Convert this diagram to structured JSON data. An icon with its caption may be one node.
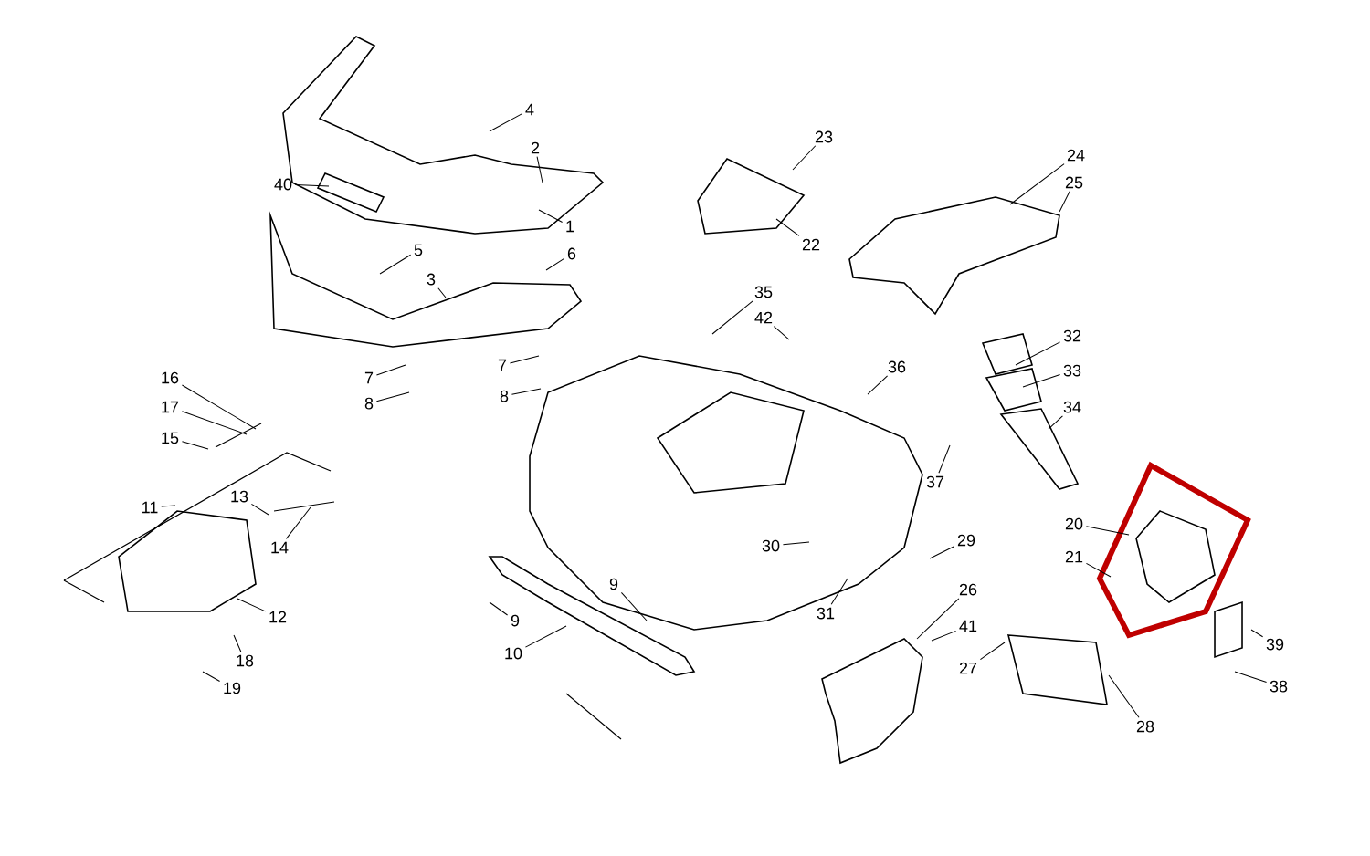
{
  "diagram": {
    "nodes": [
      {
        "text": [
          "4"
        ]
      },
      {
        "text": [
          "2"
        ]
      },
      {
        "text": [
          "40"
        ]
      },
      {
        "text": [
          "1"
        ]
      },
      {
        "text": [
          "5"
        ]
      },
      {
        "text": [
          "6"
        ]
      },
      {
        "text": [
          "3"
        ]
      },
      {
        "text": [
          "7"
        ]
      },
      {
        "text": [
          "8"
        ]
      },
      {
        "text": [
          "7"
        ]
      },
      {
        "text": [
          "8"
        ]
      },
      {
        "text": [
          "16"
        ]
      },
      {
        "text": [
          "17"
        ]
      },
      {
        "text": [
          "15"
        ]
      },
      {
        "text": [
          "13"
        ]
      },
      {
        "text": [
          "11"
        ]
      },
      {
        "text": [
          "14"
        ]
      },
      {
        "text": [
          "12"
        ]
      },
      {
        "text": [
          "18"
        ]
      },
      {
        "text": [
          "19"
        ]
      },
      {
        "text": [
          "23"
        ]
      },
      {
        "text": [
          "24"
        ]
      },
      {
        "text": [
          "25"
        ]
      },
      {
        "text": [
          "22"
        ]
      },
      {
        "text": [
          "35"
        ]
      },
      {
        "text": [
          "42"
        ]
      },
      {
        "text": [
          "32"
        ]
      },
      {
        "text": [
          "36"
        ]
      },
      {
        "text": [
          "33"
        ]
      },
      {
        "text": [
          "34"
        ]
      },
      {
        "text": [
          "37"
        ]
      },
      {
        "text": [
          "20"
        ]
      },
      {
        "text": [
          "21"
        ]
      },
      {
        "text": [
          "29"
        ]
      },
      {
        "text": [
          "30"
        ]
      },
      {
        "text": [
          "31"
        ]
      },
      {
        "text": [
          "26"
        ]
      },
      {
        "text": [
          "9"
        ]
      },
      {
        "text": [
          "9"
        ]
      },
      {
        "text": [
          "41"
        ]
      },
      {
        "text": [
          "10"
        ]
      },
      {
        "text": [
          "39"
        ]
      },
      {
        "text": [
          "27"
        ]
      },
      {
        "text": [
          "38"
        ]
      },
      {
        "text": [
          "28"
        ]
      }
    ],
    "edges": [
      {
        "from": 0,
        "to": null,
        "arrow": "none"
      },
      {
        "from": 1,
        "to": null,
        "arrow": "none"
      },
      {
        "from": 2,
        "to": null,
        "arrow": "none"
      },
      {
        "from": 3,
        "to": null,
        "arrow": "none"
      },
      {
        "from": 4,
        "to": null,
        "arrow": "none"
      },
      {
        "from": 5,
        "to": null,
        "arrow": "none"
      },
      {
        "from": 6,
        "to": null,
        "arrow": "none"
      },
      {
        "from": 7,
        "to": null,
        "arrow": "none"
      },
      {
        "from": 8,
        "to": null,
        "arrow": "none"
      },
      {
        "from": 9,
        "to": null,
        "arrow": "none"
      },
      {
        "from": 10,
        "to": null,
        "arrow": "none"
      },
      {
        "from": 11,
        "to": null,
        "arrow": "none"
      },
      {
        "from": 12,
        "to": null,
        "arrow": "none"
      },
      {
        "from": 13,
        "to": null,
        "arrow": "none"
      },
      {
        "from": 14,
        "to": null,
        "arrow": "none"
      },
      {
        "from": 15,
        "to": null,
        "arrow": "none"
      },
      {
        "from": 16,
        "to": null,
        "arrow": "none"
      },
      {
        "from": 17,
        "to": null,
        "arrow": "none"
      },
      {
        "from": 18,
        "to": null,
        "arrow": "none"
      },
      {
        "from": 19,
        "to": null,
        "arrow": "none"
      },
      {
        "from": 20,
        "to": null,
        "arrow": "none"
      },
      {
        "from": 21,
        "to": null,
        "arrow": "none"
      },
      {
        "from": 22,
        "to": null,
        "arrow": "none"
      },
      {
        "from": 23,
        "to": null,
        "arrow": "none"
      },
      {
        "from": 24,
        "to": null,
        "arrow": "none"
      },
      {
        "from": 25,
        "to": null,
        "arrow": "none"
      },
      {
        "from": 26,
        "to": null,
        "arrow": "none"
      },
      {
        "from": 27,
        "to": null,
        "arrow": "none"
      },
      {
        "from": 28,
        "to": null,
        "arrow": "none"
      },
      {
        "from": 29,
        "to": null,
        "arrow": "none"
      },
      {
        "from": 30,
        "to": null,
        "arrow": "none"
      },
      {
        "from": 31,
        "to": null,
        "arrow": "none"
      },
      {
        "from": 32,
        "to": null,
        "arrow": "none"
      },
      {
        "from": 33,
        "to": null,
        "arrow": "none"
      },
      {
        "from": 34,
        "to": null,
        "arrow": "none"
      },
      {
        "from": 35,
        "to": null,
        "arrow": "none"
      },
      {
        "from": 36,
        "to": null,
        "arrow": "none"
      },
      {
        "from": 37,
        "to": null,
        "arrow": "none"
      },
      {
        "from": 38,
        "to": null,
        "arrow": "none"
      },
      {
        "from": 39,
        "to": null,
        "arrow": "none"
      },
      {
        "from": 40,
        "to": null,
        "arrow": "none"
      },
      {
        "from": 41,
        "to": null,
        "arrow": "none"
      },
      {
        "from": 42,
        "to": null,
        "arrow": "none"
      },
      {
        "from": 43,
        "to": null,
        "arrow": "none"
      },
      {
        "from": 44,
        "to": null,
        "arrow": "none"
      }
    ]
  }
}
